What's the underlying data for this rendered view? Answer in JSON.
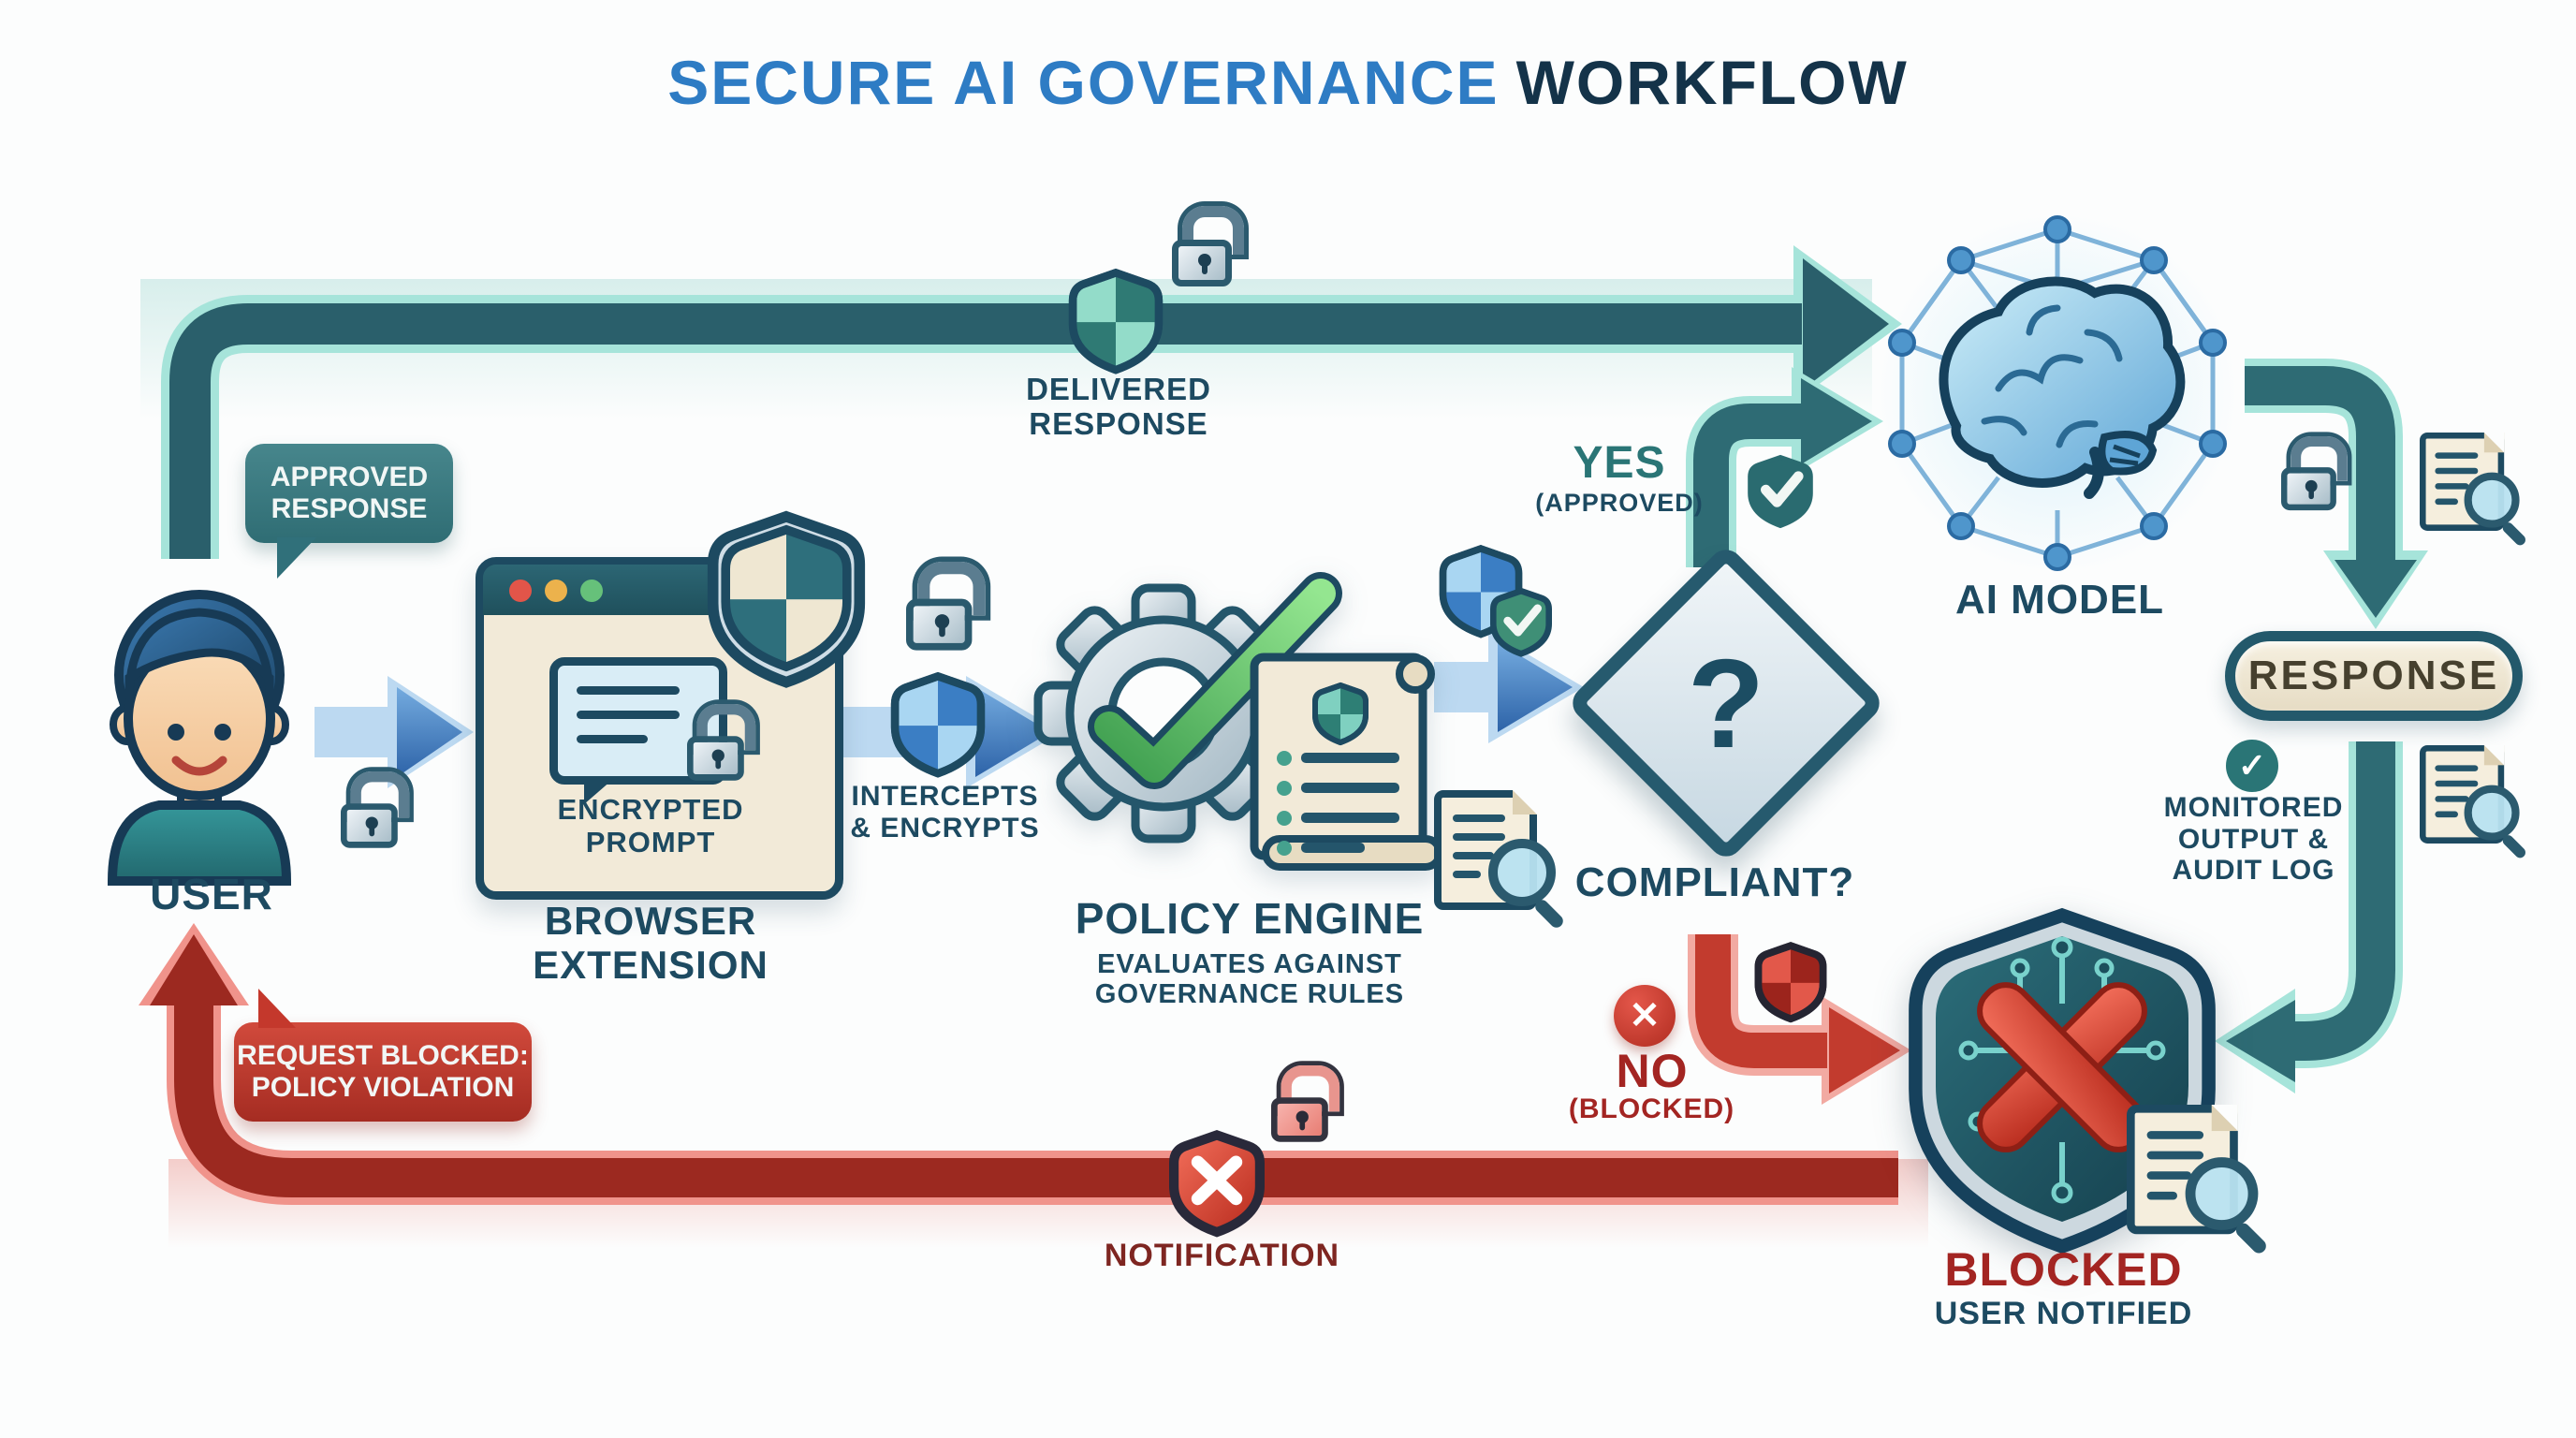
{
  "title": {
    "part1": "SECURE AI GOVERNANCE",
    "part2": "WORKFLOW"
  },
  "nodes": {
    "user": {
      "label": "USER"
    },
    "browser_extension": {
      "label": "BROWSER EXTENSION",
      "inner_label": "ENCRYPTED PROMPT"
    },
    "policy_engine": {
      "label": "POLICY ENGINE",
      "sublabel": "EVALUATES AGAINST GOVERNANCE RULES"
    },
    "decision": {
      "symbol": "?",
      "label": "COMPLIANT?"
    },
    "ai_model": {
      "label": "AI MODEL"
    },
    "response": {
      "label": "RESPONSE"
    },
    "blocked": {
      "label": "BLOCKED",
      "sublabel": "USER NOTIFIED"
    }
  },
  "edges": {
    "delivered_response": {
      "label": "DELIVERED RESPONSE"
    },
    "intercepts": {
      "label": "INTERCEPTS & ENCRYPTS"
    },
    "yes_branch": {
      "label": "YES",
      "sublabel": "(APPROVED)"
    },
    "no_branch": {
      "label": "NO",
      "sublabel": "(BLOCKED)"
    },
    "monitored": {
      "label": "MONITORED OUTPUT & AUDIT LOG"
    },
    "notification": {
      "label": "NOTIFICATION"
    }
  },
  "callouts": {
    "approved_response": {
      "text": "APPROVED RESPONSE"
    },
    "request_blocked": {
      "text": "REQUEST BLOCKED: POLICY VIOLATION"
    }
  },
  "glyphs": {
    "check": "✓",
    "cross": "✕"
  },
  "icons": {
    "user_avatar": "person",
    "browser_window": "browser-window",
    "window_controls": "traffic-lights",
    "chat_bubble": "chat-message",
    "padlock": "padlock",
    "shield_checkered": "security-shield",
    "shield_check": "shield-check",
    "shield_cross": "shield-x",
    "gear_check": "policy-gear-check",
    "rules_scroll": "governance-rules-scroll",
    "decision_diamond": "question-diamond",
    "brain_network": "ai-brain-network",
    "doc_magnifier": "audit-document",
    "blocked_shield": "circuit-shield-x"
  },
  "colors": {
    "title_blue": "#2e7cc4",
    "title_navy": "#143349",
    "navy_text": "#1d4a61",
    "teal_arrow": "#2a5f6b",
    "teal_edge": "#a6e4da",
    "blue_arrow": "#2f66ad",
    "red_arrow_dark": "#9c2920",
    "red_arrow_bright": "#c23b2e",
    "maroon_text": "#a32522",
    "teal_label": "#2a7576",
    "beige": "#f2ead8",
    "bubble_teal": "#35737a",
    "bubble_red": "#bb3527"
  }
}
